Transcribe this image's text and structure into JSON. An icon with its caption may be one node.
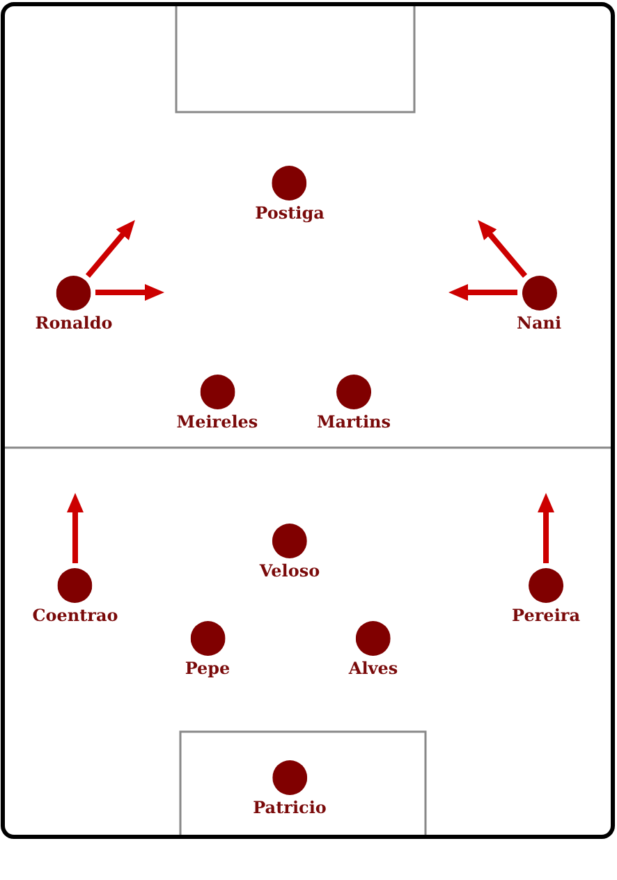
{
  "diagram": {
    "nodes": [
      {
        "text": [
          "Postiga"
        ]
      },
      {
        "text": [
          "Ronaldo"
        ]
      },
      {
        "text": [
          "Nani"
        ]
      },
      {
        "text": [
          "Meireles"
        ]
      },
      {
        "text": [
          "Martins"
        ]
      },
      {
        "text": [
          "Veloso"
        ]
      },
      {
        "text": [
          "Coentrao"
        ]
      },
      {
        "text": [
          "Pereira"
        ]
      },
      {
        "text": [
          "Pepe"
        ]
      },
      {
        "text": [
          "Alves"
        ]
      },
      {
        "text": [
          "Patricio"
        ]
      }
    ],
    "edges": [
      {
        "from": 1,
        "to": null,
        "arrow": "to"
      },
      {
        "from": 1,
        "to": null,
        "arrow": "to"
      },
      {
        "from": 2,
        "to": null,
        "arrow": "to"
      },
      {
        "from": 2,
        "to": null,
        "arrow": "to"
      },
      {
        "from": 6,
        "to": null,
        "arrow": "to"
      },
      {
        "from": 7,
        "to": null,
        "arrow": "to"
      }
    ]
  }
}
